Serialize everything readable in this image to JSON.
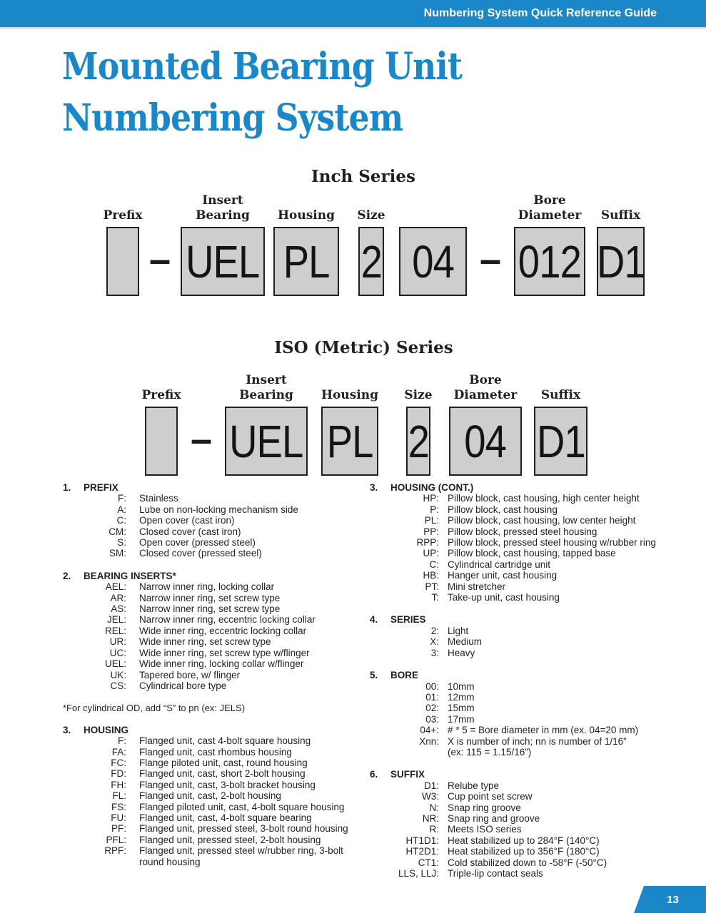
{
  "header": {
    "bar_text": "Numbering System Quick Reference Guide"
  },
  "title": {
    "line1": "Mounted Bearing Unit",
    "line2": "Numbering System"
  },
  "colors": {
    "accent_blue": "#1a87c8",
    "box_fill": "#cfcdcd",
    "box_border": "#231f20"
  },
  "inch": {
    "heading": "Inch Series",
    "dash": "–",
    "labels": {
      "prefix": "Prefix",
      "insert_line1": "Insert",
      "insert_line2": "Bearing",
      "housing": "Housing",
      "size": "Size",
      "bore_line1": "Bore",
      "bore_line2": "Diameter",
      "suffix": "Suffix"
    },
    "values": {
      "prefix": "",
      "insert_bearing": "UEL",
      "housing": "PL",
      "size": "2",
      "size_code": "04",
      "bore_diameter": "012",
      "suffix": "D1"
    }
  },
  "iso": {
    "heading": "ISO (Metric) Series",
    "dash": "–",
    "labels": {
      "prefix": "Prefix",
      "insert_line1": "Insert",
      "insert_line2": "Bearing",
      "housing": "Housing",
      "size": "Size",
      "bore_line1": "Bore",
      "bore_line2": "Diameter",
      "suffix": "Suffix"
    },
    "values": {
      "prefix": "",
      "insert_bearing": "UEL",
      "housing": "PL",
      "size": "2",
      "bore_diameter": "04",
      "suffix": "D1"
    }
  },
  "sections_left": [
    {
      "num": "1.",
      "title": "PREFIX",
      "entries": [
        {
          "code": "F:",
          "lines": [
            "Stainless"
          ]
        },
        {
          "code": "A:",
          "lines": [
            "Lube on non-locking mechanism side"
          ]
        },
        {
          "code": "C:",
          "lines": [
            "Open cover (cast iron)"
          ]
        },
        {
          "code": "CM:",
          "lines": [
            "Closed cover (cast iron)"
          ]
        },
        {
          "code": "S:",
          "lines": [
            "Open cover (pressed steel)"
          ]
        },
        {
          "code": "SM:",
          "lines": [
            "Closed cover (pressed steel)"
          ]
        }
      ]
    },
    {
      "num": "2.",
      "title": "BEARING INSERTS*",
      "entries": [
        {
          "code": "AEL:",
          "lines": [
            "Narrow inner ring, locking collar"
          ]
        },
        {
          "code": "AR:",
          "lines": [
            "Narrow inner ring, set screw type"
          ]
        },
        {
          "code": "AS:",
          "lines": [
            "Narrow inner ring, set screw type"
          ]
        },
        {
          "code": "JEL:",
          "lines": [
            "Narrow inner ring, eccentric locking collar"
          ]
        },
        {
          "code": "REL:",
          "lines": [
            "Wide inner ring, eccentric locking collar"
          ]
        },
        {
          "code": "UR:",
          "lines": [
            "Wide inner ring, set screw type"
          ]
        },
        {
          "code": "UC:",
          "lines": [
            "Wide inner ring, set screw type w/flinger"
          ]
        },
        {
          "code": "UEL:",
          "lines": [
            "Wide inner ring, locking collar w/flinger"
          ]
        },
        {
          "code": "UK:",
          "lines": [
            "Tapered bore,  w/ flinger"
          ]
        },
        {
          "code": "CS:",
          "lines": [
            "Cylindrical bore type"
          ]
        }
      ],
      "footnote_after": "*For cylindrical OD, add “S” to pn (ex: JELS)"
    },
    {
      "num": "3.",
      "title": "HOUSING",
      "entries": [
        {
          "code": "F:",
          "lines": [
            "Flanged unit, cast 4-bolt square housing"
          ]
        },
        {
          "code": "FA:",
          "lines": [
            "Flanged unit, cast rhombus housing"
          ]
        },
        {
          "code": "FC:",
          "lines": [
            "Flange piloted unit, cast, round housing"
          ]
        },
        {
          "code": "FD:",
          "lines": [
            "Flanged unit, cast, short 2-bolt housing"
          ]
        },
        {
          "code": "FH:",
          "lines": [
            "Flanged unit, cast, 3-bolt bracket housing"
          ]
        },
        {
          "code": "FL:",
          "lines": [
            "Flanged unit, cast, 2-bolt housing"
          ]
        },
        {
          "code": "FS:",
          "lines": [
            "Flanged piloted unit, cast, 4-bolt square housing"
          ]
        },
        {
          "code": "FU:",
          "lines": [
            "Flanged unit, cast, 4-bolt square bearing"
          ]
        },
        {
          "code": "PF:",
          "lines": [
            "Flanged unit, pressed steel, 3-bolt round housing"
          ]
        },
        {
          "code": "PFL:",
          "lines": [
            "Flanged unit, pressed steel, 2-bolt housing"
          ]
        },
        {
          "code": "RPF:",
          "lines": [
            "Flanged unit, pressed steel w/rubber ring, 3-bolt",
            "round housing"
          ]
        }
      ]
    }
  ],
  "sections_right": [
    {
      "num": "3.",
      "title": "HOUSING (CONT.)",
      "entries": [
        {
          "code": "HP:",
          "lines": [
            "Pillow block, cast housing, high center height"
          ]
        },
        {
          "code": "P:",
          "lines": [
            "Pillow block, cast housing"
          ]
        },
        {
          "code": "PL:",
          "lines": [
            "Pillow block, cast housing, low center height"
          ]
        },
        {
          "code": "PP:",
          "lines": [
            "Pillow block, pressed steel housing"
          ]
        },
        {
          "code": "RPP:",
          "lines": [
            "Pillow block, pressed steel housing w/rubber ring"
          ]
        },
        {
          "code": "UP:",
          "lines": [
            "Pillow block, cast housing, tapped base"
          ]
        },
        {
          "code": "C:",
          "lines": [
            "Cylindrical cartridge unit"
          ]
        },
        {
          "code": "HB:",
          "lines": [
            "Hanger unit, cast housing"
          ]
        },
        {
          "code": "PT:",
          "lines": [
            "Mini stretcher"
          ]
        },
        {
          "code": "T:",
          "lines": [
            "Take-up unit, cast housing"
          ]
        }
      ]
    },
    {
      "num": "4.",
      "title": "SERIES",
      "entries": [
        {
          "code": "2:",
          "lines": [
            "Light"
          ]
        },
        {
          "code": "X:",
          "lines": [
            "Medium"
          ]
        },
        {
          "code": "3:",
          "lines": [
            "Heavy"
          ]
        }
      ]
    },
    {
      "num": "5.",
      "title": "BORE",
      "entries": [
        {
          "code": "00:",
          "lines": [
            "10mm"
          ]
        },
        {
          "code": "01:",
          "lines": [
            "12mm"
          ]
        },
        {
          "code": "02:",
          "lines": [
            "15mm"
          ]
        },
        {
          "code": "03:",
          "lines": [
            "17mm"
          ]
        },
        {
          "code": "04+:",
          "lines": [
            "# * 5 = Bore diameter in mm (ex. 04=20 mm)"
          ]
        },
        {
          "code": "Xnn:",
          "lines": [
            "X is number of inch; nn is number of 1/16”",
            "(ex: 115 = 1.15/16”)"
          ]
        }
      ]
    },
    {
      "num": "6.",
      "title": "SUFFIX",
      "entries": [
        {
          "code": "D1:",
          "lines": [
            "Relube type"
          ]
        },
        {
          "code": "W3:",
          "lines": [
            "Cup point set screw"
          ]
        },
        {
          "code": "N:",
          "lines": [
            "Snap ring groove"
          ]
        },
        {
          "code": "NR:",
          "lines": [
            "Snap ring and groove"
          ]
        },
        {
          "code": "R:",
          "lines": [
            "Meets ISO series"
          ]
        },
        {
          "code": "HT1D1:",
          "lines": [
            "Heat stabilized up to 284°F (140°C)"
          ]
        },
        {
          "code": "HT2D1:",
          "lines": [
            "Heat stabilized up to 356°F (180°C)"
          ]
        },
        {
          "code": "CT1:",
          "lines": [
            "Cold stabilized down to -58°F (-50°C)"
          ]
        },
        {
          "code": "LLS, LLJ:",
          "lines": [
            "Triple-lip contact seals"
          ]
        }
      ]
    }
  ],
  "footer": {
    "page_number": "13"
  }
}
